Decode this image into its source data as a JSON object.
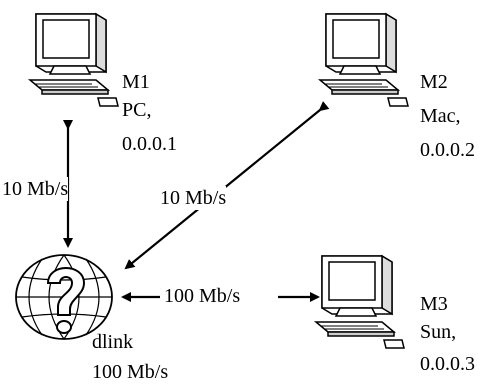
{
  "nodes": {
    "m1": {
      "name": "M1",
      "os": "PC,",
      "ip": "0.0.0.1"
    },
    "m2": {
      "name": "M2",
      "os": "Mac,",
      "ip": "0.0.0.2"
    },
    "m3": {
      "name": "M3",
      "os": "Sun,",
      "ip": "0.0.0.3"
    },
    "hub": {
      "name": "dlink",
      "speed": "100 Mb/s"
    }
  },
  "links": {
    "m1_hub": "10 Mb/s",
    "m2_hub": "10 Mb/s",
    "m3_hub": "100 Mb/s"
  },
  "icons": {
    "computer": "desktop-computer-icon",
    "hub": "globe-question-icon"
  }
}
